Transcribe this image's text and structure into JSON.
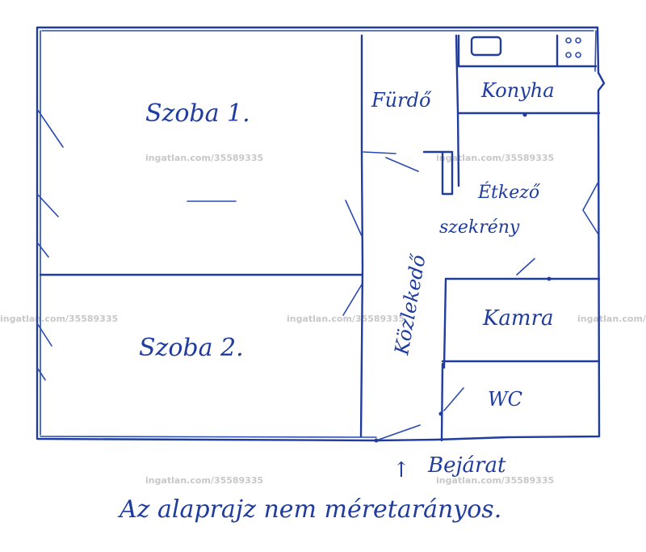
{
  "rooms": {
    "room1": "Szoba 1.",
    "room2": "Szoba 2.",
    "bathroom": "Fürdő",
    "kitchen": "Konyha",
    "dining": "Étkező",
    "cabinet": "szekrény",
    "corridor": "Közlekedő",
    "pantry": "Kamra",
    "wc": "WC"
  },
  "entrance": {
    "arrow": "↑",
    "label": "Bejárat"
  },
  "note": "Az alaprajz nem méretarányos.",
  "watermark": "ingatlan.com/35589335",
  "colors": {
    "ink": "#1f3c9e",
    "watermark": "#c8c8c8"
  }
}
